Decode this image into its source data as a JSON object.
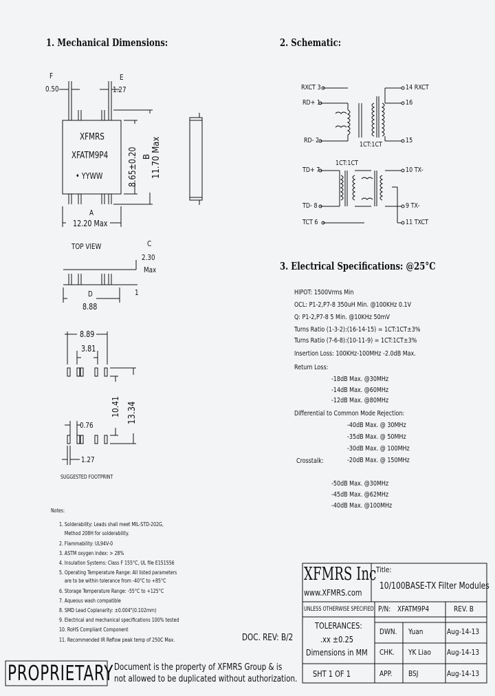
{
  "headings": {
    "mech": "1. Mechanical Dimensions:",
    "schem": "2. Schematic:",
    "elec": "3. Electrical Specifications: @25°C"
  },
  "mech": {
    "F": "F",
    "F_val": "0.50",
    "E": "E",
    "E_val": "1.27",
    "brand": "XFMRS",
    "part": "XFATM9P4",
    "date": "• YYWW",
    "B_dim": "8.65±0.20",
    "B": "B",
    "max_dim": "11.70 Max",
    "A": "A",
    "A_dim": "12.20 Max",
    "top_view": "TOP VIEW",
    "C": "C",
    "C_dim": "2.30",
    "C_max": "Max",
    "one": "1",
    "D": "D",
    "D_dim": "8.88",
    "fp_889": "8.89",
    "fp_381": "3.81",
    "fp_1041": "10.41",
    "fp_1334": "13.34",
    "fp_076": "0.76",
    "fp_127": "1.27",
    "footprint": "SUGGESTED FOOTPRINT"
  },
  "schematic": {
    "rxct": "RXCT 3",
    "rdp": "RD+ 1",
    "rdm": "RD- 2",
    "p14": "14 RXCT",
    "p16": "16",
    "p15": "15",
    "ratio1": "1CT:1CT",
    "tdp": "TD+ 7",
    "tdm": "TD- 8",
    "tct": "TCT 6",
    "ratio2": "1CT:1CT",
    "p10": "10 TX-",
    "p9": "9 TX-",
    "p11": "11 TXCT"
  },
  "specs": {
    "hipot": "HIPOT: 1500Vrms Min",
    "ocl": "OCL: P1-2,P7-8 350uH Min. @100KHz 0.1V",
    "q": "Q: P1-2,P7-8 5 Min. @10KHz 50mV",
    "turns1": "Turns Ratio (1-3-2):(16-14-15) = 1CT:1CT±3%",
    "turns2": "Turns Ratio (7-6-8):(10-11-9) = 1CT:1CT±3%",
    "insertion": "Insertion Loss: 100KHz-100MHz -2.0dB Max.",
    "return_loss": "Return Loss:",
    "rl": [
      "-18dB Max. @30MHz",
      "-14dB Max. @60MHz",
      "-12dB Max. @80MHz"
    ],
    "dcm": "Differential to Common Mode Rejection:",
    "dcm_vals": [
      "-40dB Max. @ 30MHz",
      "-35dB Max. @ 50MHz",
      "-30dB Max. @ 100MHz",
      "-20dB Max. @ 150MHz"
    ],
    "crosstalk": "Crosstalk:",
    "ct_vals": [
      "-50dB Max. @30MHz",
      "-45dB Max. @62MHz",
      "-40dB Max. @100MHz"
    ]
  },
  "notes": {
    "title": "Notes:",
    "items": [
      "1. Solderability: Leads shall meet MIL-STD-202G,",
      "    Method 208H for solderability.",
      "2. Flammability: UL94V-0",
      "3. ASTM oxygen index: > 28%",
      "4. Insulation Systems: Class F 155°C, UL file E151556",
      "5. Operating Temperature Range: All listed parameters",
      "    are to be within tolerance from -40°C to +85°C",
      "6. Storage Temperature Range: -55°C to +125°C",
      "7. Aqueous wash compatible",
      "8. SMD Lead Coplanarity: ±0.004\"(0.102mm)",
      "9. Electrical and mechanical specifications 100% tested",
      "10. RoHS Compliant Component",
      "11. Recommended IR Reflow peak temp of 250C Max."
    ]
  },
  "doc_rev": "DOC. REV: B/2",
  "proprietary": "PROPRIETARY",
  "prop_note_1": "Document is the property of XFMRS Group & is",
  "prop_note_2": "not allowed to be duplicated without authorization.",
  "titleblock": {
    "company": "XFMRS Inc",
    "website": "www.XFMRS.com",
    "title_label": "Title:",
    "title": "10/100BASE-TX Filter Modules",
    "unless": "UNLESS OTHERWISE SPECIFIED",
    "pn_label": "P/N:",
    "pn": "XFATM9P4",
    "rev": "REV. B",
    "tol_label": "TOLERANCES:",
    "tol": ".xx ±0.25",
    "dims": "Dimensions in MM",
    "dwn": "DWN.",
    "dwn_name": "Yuan",
    "dwn_date": "Aug-14-13",
    "chk": "CHK.",
    "chk_name": "YK Liao",
    "chk_date": "Aug-14-13",
    "sht": "SHT 1 OF 1",
    "app": "APP.",
    "app_name": "BSJ",
    "app_date": "Aug-14-13"
  }
}
